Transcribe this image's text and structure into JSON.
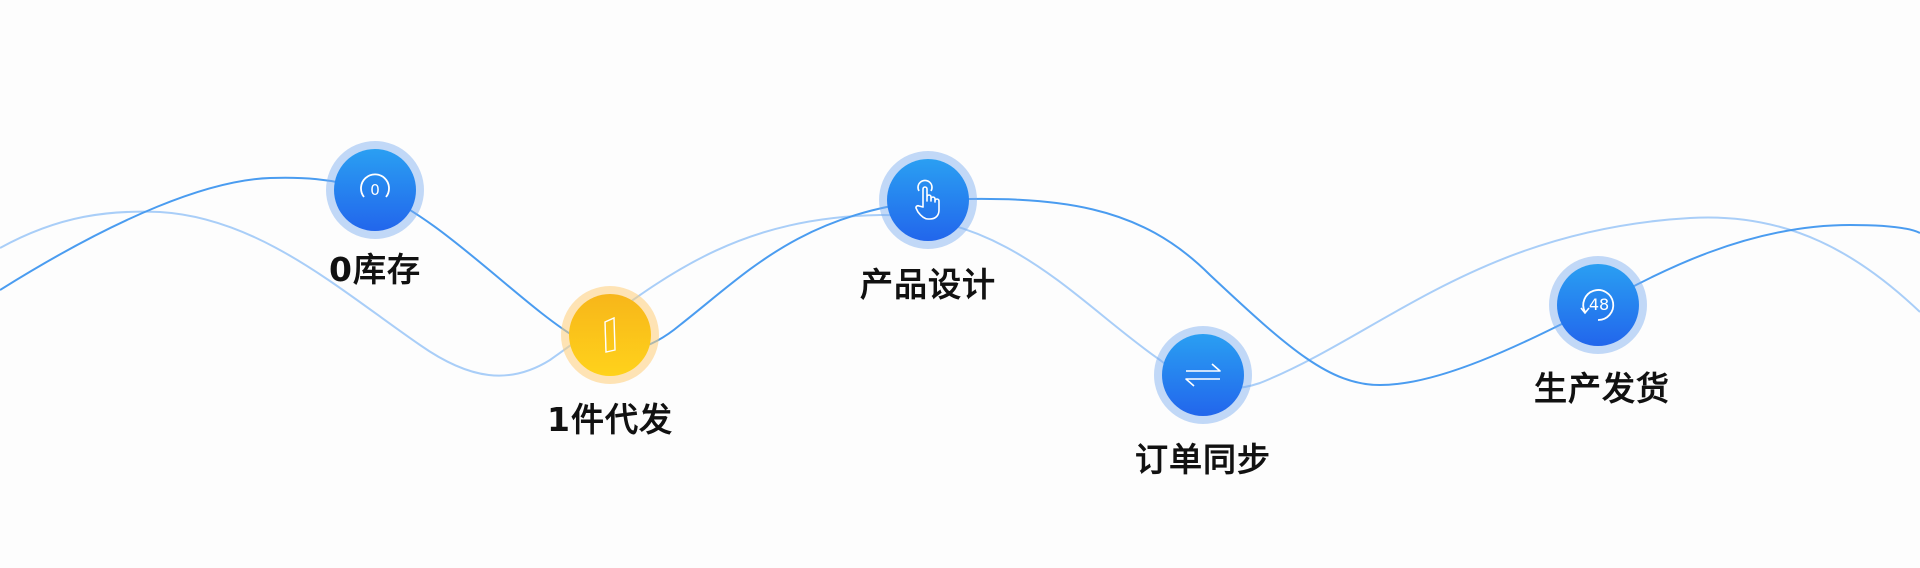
{
  "steps": [
    {
      "label": "0库存",
      "icon": "zero-in-circle-icon",
      "badge": "0"
    },
    {
      "label": "1件代发",
      "icon": "package-icon",
      "badge": ""
    },
    {
      "label": "产品设计",
      "icon": "tap-hand-icon",
      "badge": ""
    },
    {
      "label": "订单同步",
      "icon": "sync-arrows-icon",
      "badge": ""
    },
    {
      "label": "生产发货",
      "icon": "48-hour-icon",
      "badge": "48"
    }
  ],
  "colors": {
    "wave_dark": "#4a9cf0",
    "wave_light": "#a9cef8",
    "blue_top": "#2a9ff2",
    "blue_bottom": "#2266ec",
    "gold_top": "#f7b61a",
    "gold_bottom": "#ffd21b",
    "text": "#111111"
  }
}
